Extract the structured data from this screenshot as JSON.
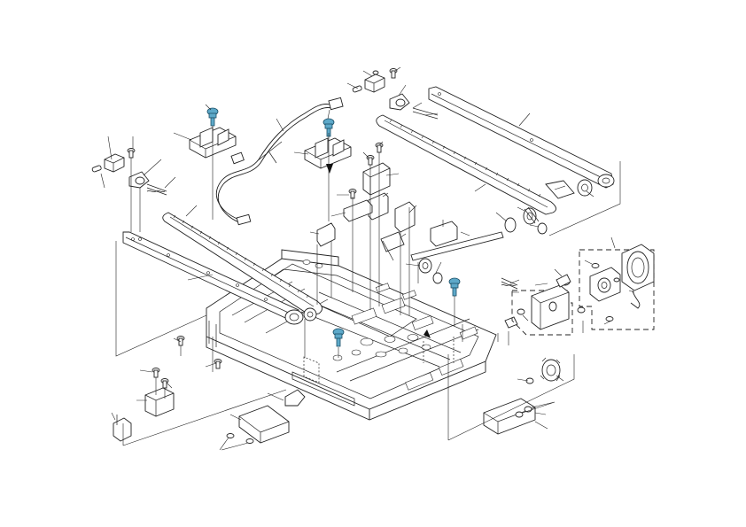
{
  "figure": {
    "type": "exploded-parts-diagram",
    "background_color": "#ffffff",
    "line_color": "#222222",
    "highlight_color": "#5da9c9",
    "highlighted_screws": 4,
    "dashed_subassemblies": 2,
    "text_labels": []
  }
}
